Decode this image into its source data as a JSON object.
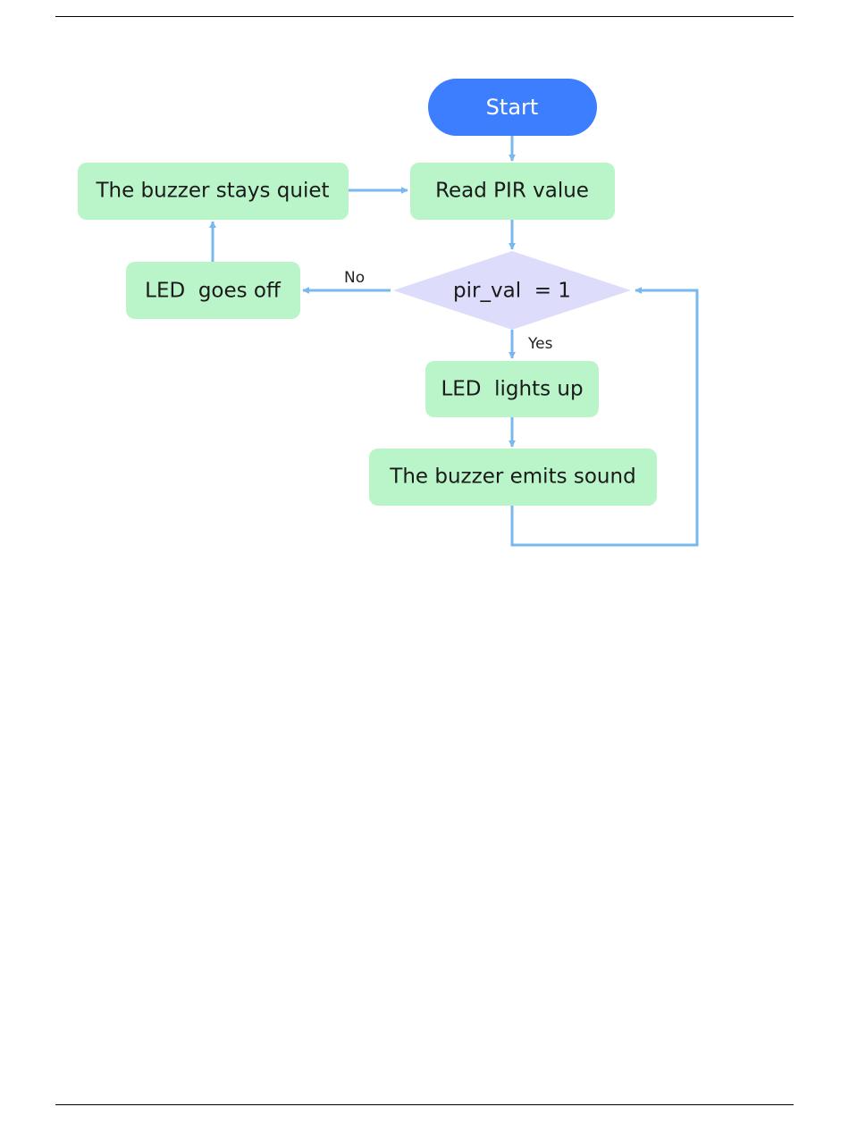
{
  "nodes": {
    "start": "Start",
    "read_pir": "Read PIR value",
    "decision": "pir_val  = 1",
    "led_on": "LED  lights up",
    "buzzer_on": "The buzzer emits sound",
    "led_off": "LED  goes off",
    "buzzer_quiet": "The buzzer stays quiet"
  },
  "edges": {
    "yes_label": "Yes",
    "no_label": "No"
  },
  "colors": {
    "start_fill": "#3d7eff",
    "process_fill": "#b9f5c9",
    "decision_fill": "#dedcfb",
    "connector": "#78b8ee"
  }
}
